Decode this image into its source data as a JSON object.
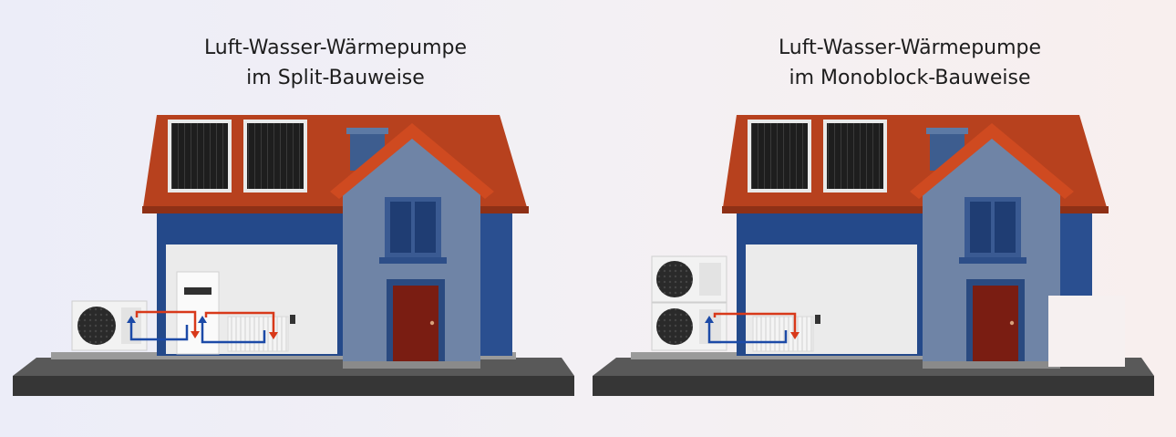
{
  "diagrams": {
    "split": {
      "title_line1": "Luft-Wasser-Wärmepumpe",
      "title_line2": "im Split-Bauweise"
    },
    "monoblock": {
      "title_line1": "Luft-Wasser-Wärmepumpe",
      "title_line2": "im Monoblock-Bauweise"
    }
  },
  "colors": {
    "roof": "#b7411e",
    "wall_blue": "#24498a",
    "wall_grey": "#6f84a6",
    "door": "#7a1d12",
    "solar_panel": "#1c1c1c",
    "flow_hot": "#d8391a",
    "flow_cold": "#1c4aa7",
    "ground": "#3d3d3d"
  }
}
